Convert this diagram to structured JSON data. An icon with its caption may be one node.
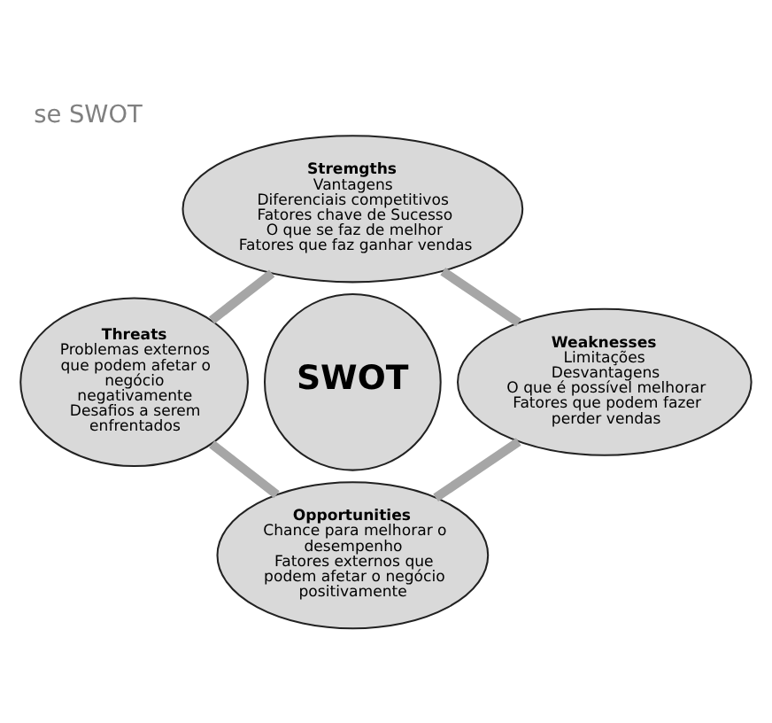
{
  "diagram": {
    "title": "se SWOT",
    "nodes": [
      {
        "text": [
          "Stremgths",
          "Vantagens",
          "Diferenciais competitivos",
          "Fatores chave de Sucesso",
          "O que se faz de melhor",
          "Fatores que faz ganhar vendas"
        ]
      },
      {
        "text": [
          "Threats",
          "Problemas externos que podem afetar o negócio negativamente",
          "Desafios a serem enfrentados"
        ]
      },
      {
        "text": [
          "SWOT"
        ]
      },
      {
        "text": [
          "Weaknesses",
          "Limitações",
          "Desvantagens",
          "O que é possível melhorar",
          "Fatores que podem fazer perder vendas"
        ]
      },
      {
        "text": [
          "Opportunities",
          "Chance para melhorar o desempenho",
          "Fatores externos que podem afetar o negócio positivamente"
        ]
      }
    ],
    "edges": [
      {
        "from": 0,
        "to": 3,
        "arrow": "none"
      },
      {
        "from": 3,
        "to": 4,
        "arrow": "none"
      },
      {
        "from": 4,
        "to": 1,
        "arrow": "none"
      },
      {
        "from": 1,
        "to": 0,
        "arrow": "none"
      }
    ]
  }
}
